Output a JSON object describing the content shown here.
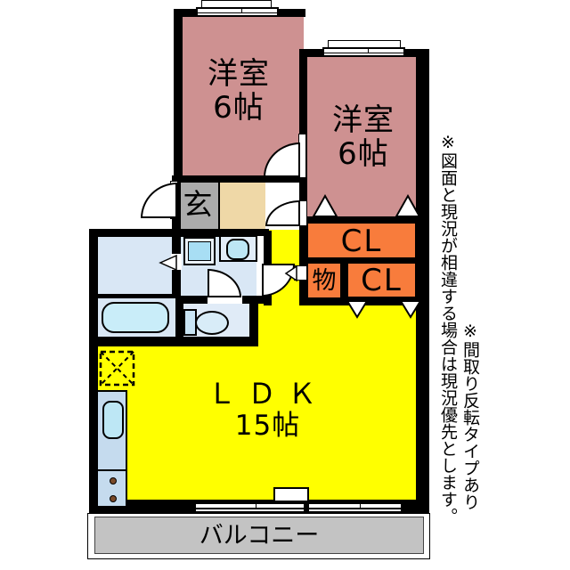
{
  "plan": {
    "rooms": {
      "bedroom1": {
        "name": "洋室",
        "size": "6帖"
      },
      "bedroom2": {
        "name": "洋室",
        "size": "6帖"
      },
      "entrance": {
        "label": "玄"
      },
      "closet_top": {
        "label": "CL"
      },
      "closet_bottom": {
        "label": "CL"
      },
      "storage": {
        "label": "物"
      },
      "ldk": {
        "name": "ＬＤＫ",
        "size": "15帖"
      },
      "balcony": {
        "label": "バルコニー"
      }
    },
    "notes": {
      "discrepancy": "※図面と現況が相違する場合は現況優先とします。",
      "mirrored": "※間取り反転タイプあり"
    },
    "colors": {
      "bedroom_fill": "#CE9191",
      "closet_fill": "#F87C3C",
      "ldk_fill": "#FFFF00",
      "entrance_fill": "#ABABAB",
      "hallway_fill": "#EFD8A7",
      "balcony_fill": "#C3C3C3",
      "wet_room_fill": "#D9E7F5",
      "fixture_fill": "#BDE7F5",
      "wall": "#000000"
    }
  }
}
